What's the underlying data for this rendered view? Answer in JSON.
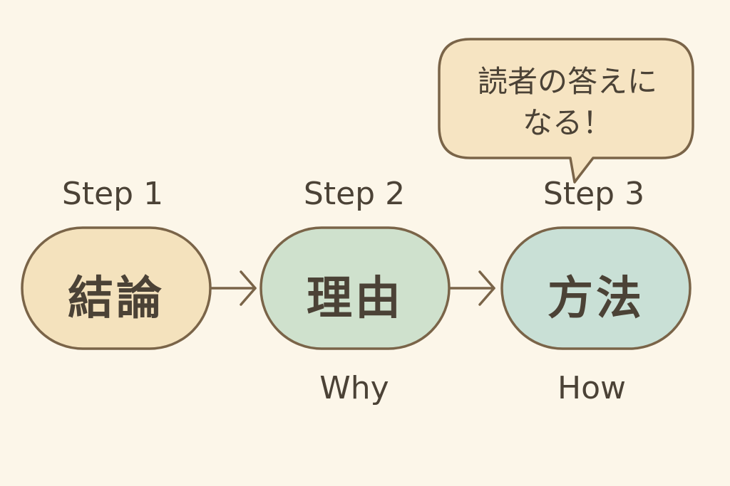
{
  "colors": {
    "background": "#fcf6e9",
    "outline": "#7a6448",
    "conclusion_fill": "#f4e2bd",
    "reason_fill": "#cfe1cd",
    "method_fill": "#c9e0d6",
    "bubble_fill": "#f6e4c2",
    "text": "#4b4236"
  },
  "steps": [
    {
      "step_label": "Step 1",
      "title": "結論",
      "sub_label": "",
      "fill_key": "conclusion_fill"
    },
    {
      "step_label": "Step 2",
      "title": "理由",
      "sub_label": "Why",
      "fill_key": "reason_fill"
    },
    {
      "step_label": "Step 3",
      "title": "方法",
      "sub_label": "How",
      "fill_key": "method_fill"
    }
  ],
  "bubble": {
    "line1": "読者の答えに",
    "line2": "なる！"
  }
}
